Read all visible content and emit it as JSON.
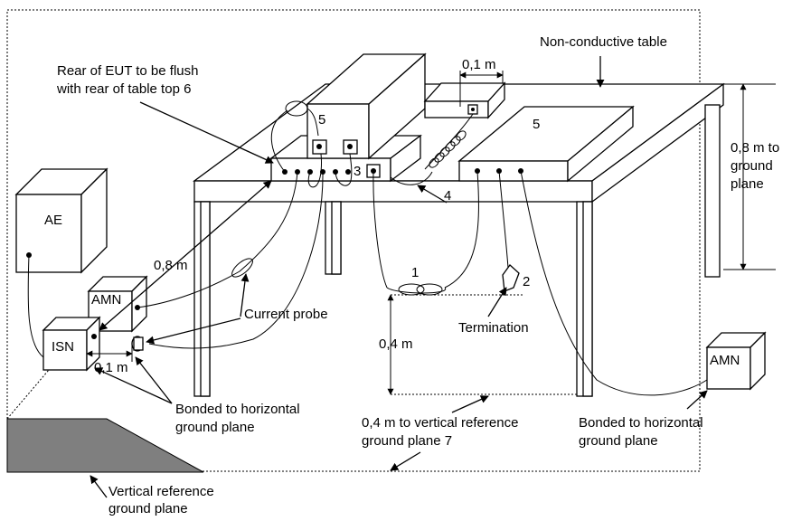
{
  "labels": {
    "non_conductive_table": "Non-conductive table",
    "rear_eut_line1": "Rear of EUT to be flush",
    "rear_eut_line2": "with rear of table top  6",
    "dist_top": "0,1 m",
    "eut_main": "5",
    "eut_right": "5",
    "connector_box": "3",
    "cable_4": "4",
    "height_line1": "0,8 m to",
    "height_line2": "ground",
    "height_line3": "plane",
    "ae": "AE",
    "dist_08": "0,8 m",
    "amn_left": "AMN",
    "current_probe": "Current probe",
    "isn": "ISN",
    "dist_01_isn": "0,1 m",
    "bundle_1": "1",
    "termination_num": "2",
    "termination": "Termination",
    "dist_04": "0,4 m",
    "amn_right": "AMN",
    "bonded_left_line1": "Bonded to horizontal",
    "bonded_left_line2": "ground  plane",
    "vert_ref_line1": "0,4 m to vertical reference",
    "vert_ref_line2": "ground plane   7",
    "bonded_right_line1": "Bonded to horizontal",
    "bonded_right_line2": "ground plane",
    "vrgp_line1": "Vertical reference",
    "vrgp_line2": "ground plane"
  },
  "colors": {
    "ground_plane_fill": "#7f7f7f",
    "line": "#000000",
    "background": "#ffffff"
  }
}
